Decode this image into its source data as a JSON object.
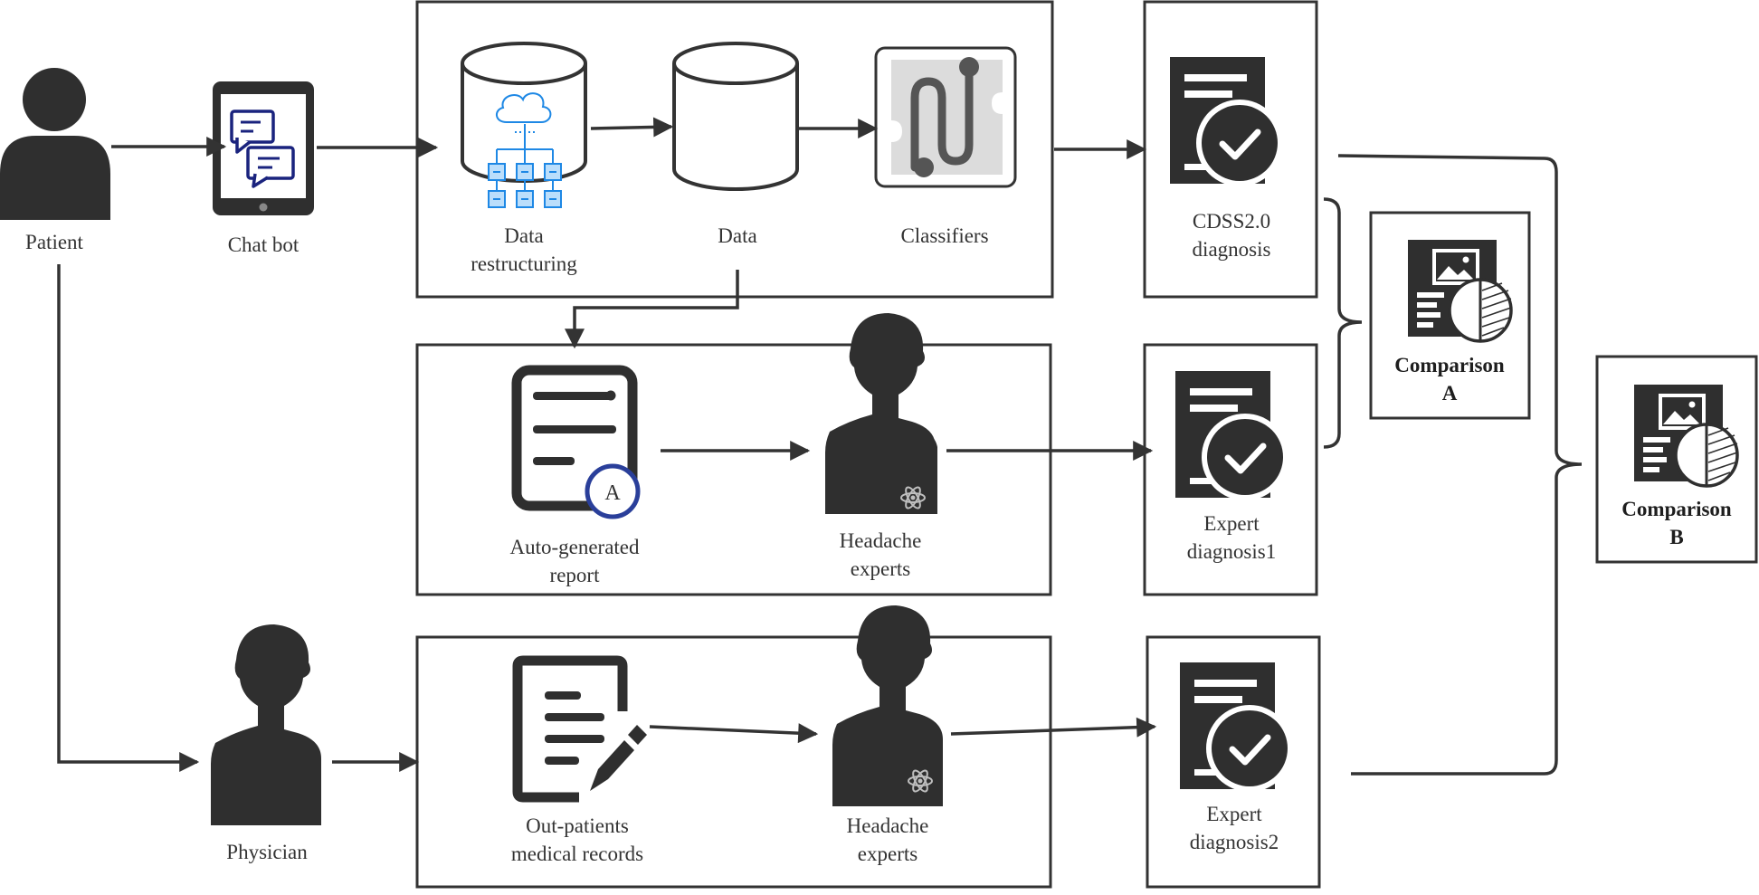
{
  "colors": {
    "stroke": "#333333",
    "icon": "#2f2f2f",
    "chatbot_accent": "#1a237e",
    "db_blue": "#1e88e5",
    "badge_blue": "#2a3f9a",
    "classifier_bg": "#dcdcdc"
  },
  "nodes": {
    "patient": "Patient",
    "chatbot": "Chat bot",
    "data_restructuring_1": "Data",
    "data_restructuring_2": "restructuring",
    "data": "Data",
    "classifiers": "Classifiers",
    "cdss_1": "CDSS2.0",
    "cdss_2": "diagnosis",
    "auto_report_1": "Auto-generated",
    "auto_report_2": "report",
    "report_badge": "A",
    "headache_a_1": "Headache",
    "headache_a_2": "experts",
    "expert1_1": "Expert",
    "expert1_2": "diagnosis1",
    "physician": "Physician",
    "records_1": "Out-patients",
    "records_2": "medical records",
    "headache_b_1": "Headache",
    "headache_b_2": "experts",
    "expert2_1": "Expert",
    "expert2_2": "diagnosis2",
    "comparison_a_1": "Comparison",
    "comparison_a_2": "A",
    "comparison_b_1": "Comparison",
    "comparison_b_2": "B"
  }
}
